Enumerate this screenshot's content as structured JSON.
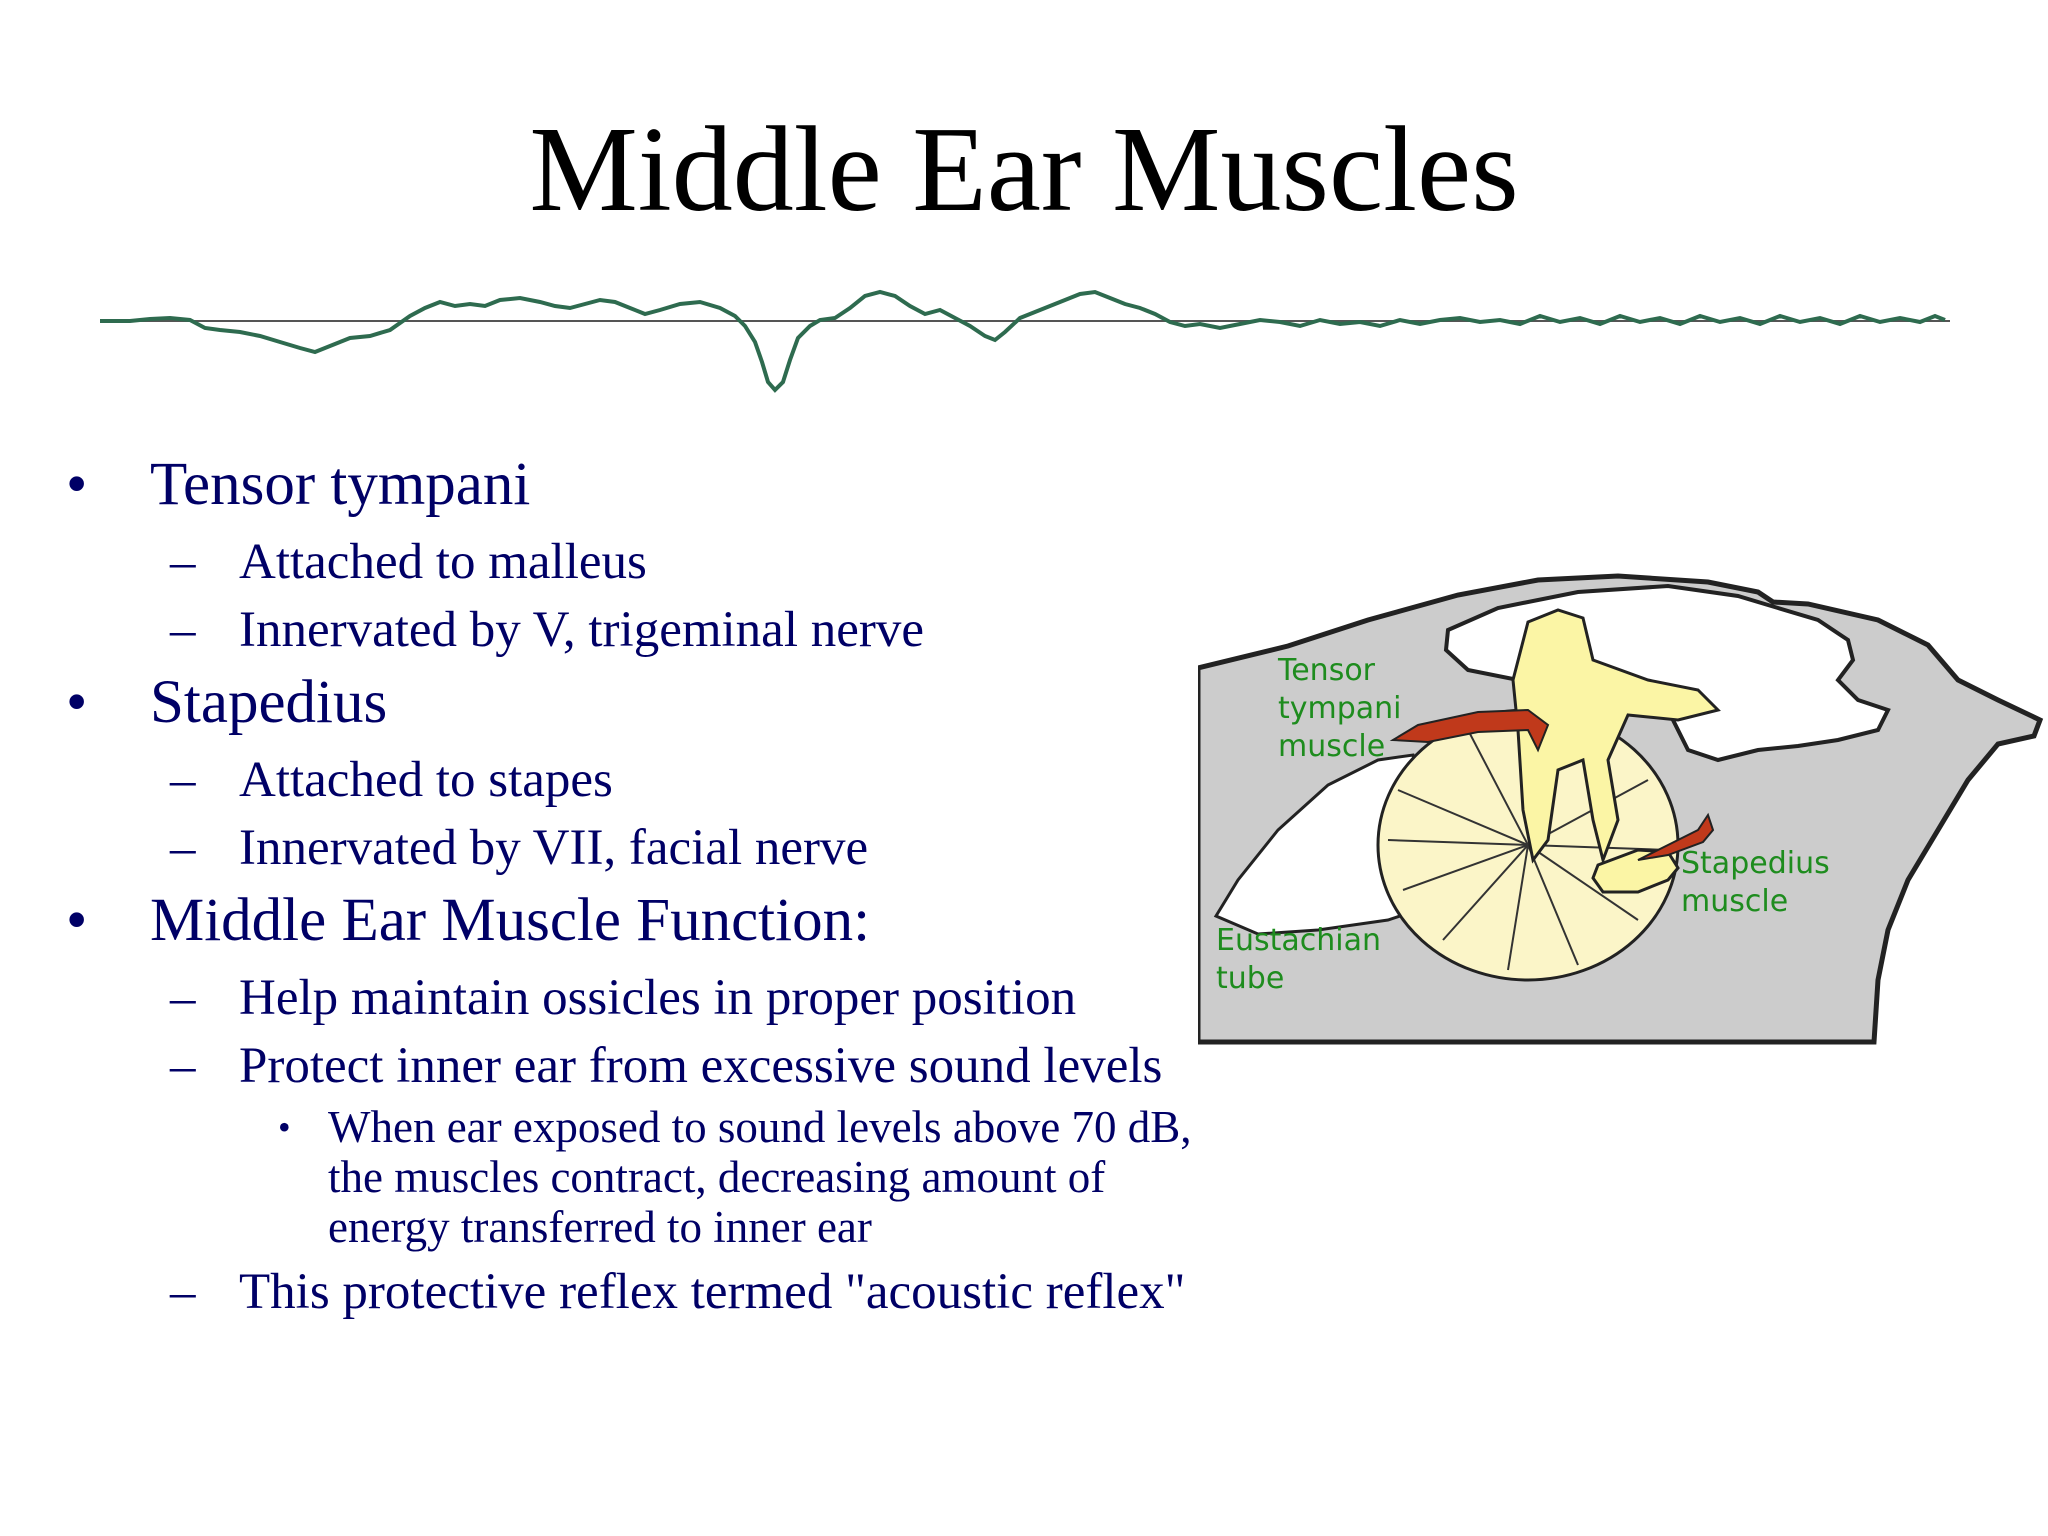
{
  "slide": {
    "title": "Middle Ear Muscles"
  },
  "bullets": [
    {
      "level": 1,
      "marker": "•",
      "text": "Tensor tympani"
    },
    {
      "level": 2,
      "marker": "–",
      "text": "Attached to malleus"
    },
    {
      "level": 2,
      "marker": "–",
      "text": "Innervated by V, trigeminal nerve"
    },
    {
      "level": 1,
      "marker": "•",
      "text": "Stapedius"
    },
    {
      "level": 2,
      "marker": "–",
      "text": "Attached to stapes"
    },
    {
      "level": 2,
      "marker": "–",
      "text": "Innervated by VII, facial nerve"
    },
    {
      "level": 1,
      "marker": "•",
      "text": "Middle Ear Muscle Function:"
    },
    {
      "level": 2,
      "marker": "–",
      "text": "Help maintain ossicles in proper position"
    },
    {
      "level": 2,
      "marker": "–",
      "text": "Protect inner ear from excessive sound levels"
    },
    {
      "level": 3,
      "marker": "•",
      "text": "When ear exposed to sound levels above 70 dB, the muscles contract, decreasing amount of energy transferred to inner ear"
    },
    {
      "level": 2,
      "marker": "–",
      "text": "This protective reflex termed \"acoustic reflex\""
    }
  ],
  "diagram": {
    "labels": {
      "tensor_line1": "Tensor",
      "tensor_line2": "tympani",
      "tensor_line3": "muscle",
      "stapedius_line1": "Stapedius",
      "stapedius_line2": "muscle",
      "eustachian_line1": "Eustachian",
      "eustachian_line2": "tube"
    }
  },
  "colors": {
    "title": "#000000",
    "body_text": "#000066",
    "waveform": "#2e6b4f",
    "diagram_label": "#1e8c1e",
    "muscle": "#c0391b",
    "ossicle": "#fbf5a5",
    "tissue": "#cccccc"
  }
}
